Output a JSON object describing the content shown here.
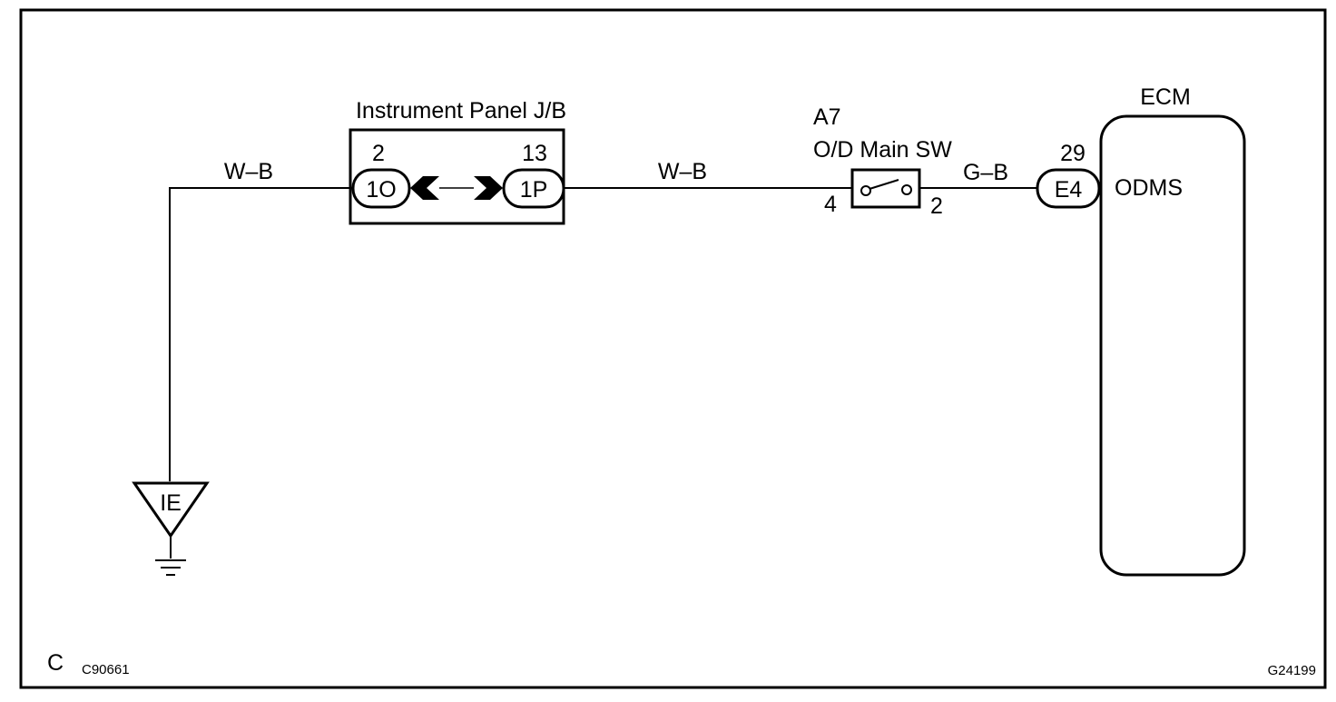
{
  "diagram": {
    "components": {
      "junction_block": {
        "title": "Instrument Panel J/B",
        "left_pin": "2",
        "left_connector": "1O",
        "right_pin": "13",
        "right_connector": "1P"
      },
      "switch": {
        "id": "A7",
        "name": "O/D Main SW",
        "pin_in": "4",
        "pin_out": "2"
      },
      "ecm": {
        "title": "ECM",
        "pin": "29",
        "connector": "E4",
        "terminal": "ODMS"
      },
      "ground": {
        "label": "IE"
      }
    },
    "wires": {
      "ground_to_jb": "W–B",
      "jb_to_switch": "W–B",
      "switch_to_ecm": "G–B"
    },
    "footer": {
      "section_letter": "C",
      "left_code": "C90661",
      "right_code": "G24199"
    }
  }
}
